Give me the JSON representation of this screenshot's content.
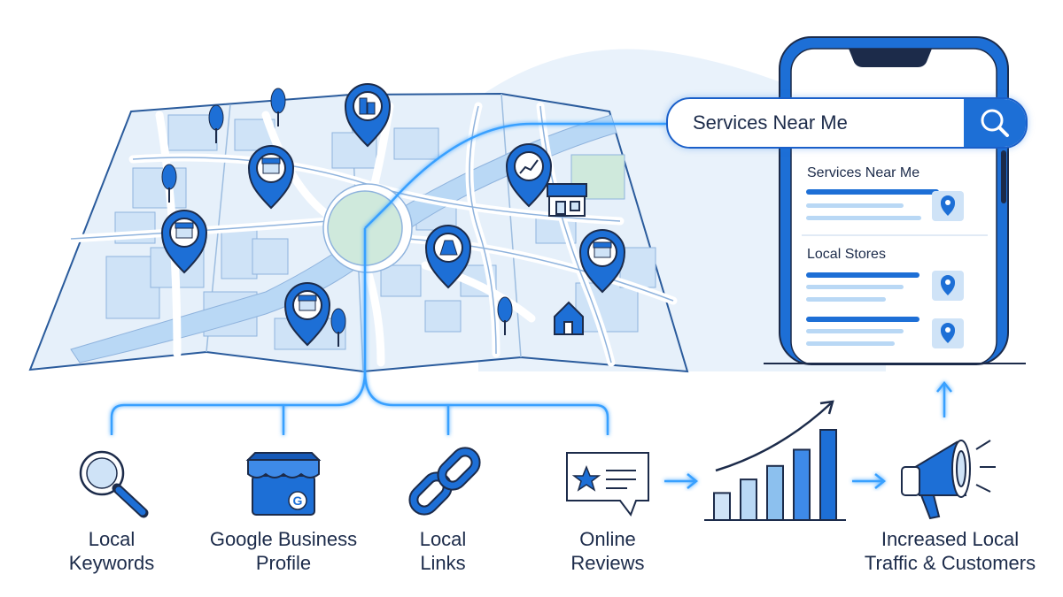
{
  "phone": {
    "search_query": "Services Near Me",
    "result_sections": [
      {
        "title": "Services Near Me"
      },
      {
        "title": "Local Stores"
      }
    ]
  },
  "factors": [
    {
      "line1": "Local",
      "line2": "Keywords",
      "icon": "magnifier-icon"
    },
    {
      "line1": "Google Business",
      "line2": "Profile",
      "icon": "storefront-icon"
    },
    {
      "line1": "Local",
      "line2": "Links",
      "icon": "chain-link-icon"
    },
    {
      "line1": "Online",
      "line2": "Reviews",
      "icon": "review-bubble-icon"
    }
  ],
  "outcome": {
    "line1": "Increased Local",
    "line2": "Traffic & Customers",
    "icon": "megaphone-icon"
  },
  "growth_chart": {
    "icon": "bar-chart-arrow-icon",
    "bar_levels": [
      0.3,
      0.45,
      0.6,
      0.78,
      1.0
    ]
  },
  "colors": {
    "primary_blue": "#1d6fd6",
    "dark_navy": "#1c2b4a",
    "light_blue": "#cfe3f7",
    "glow_blue": "#39a0ff",
    "map_fill": "#e6f0fa"
  }
}
